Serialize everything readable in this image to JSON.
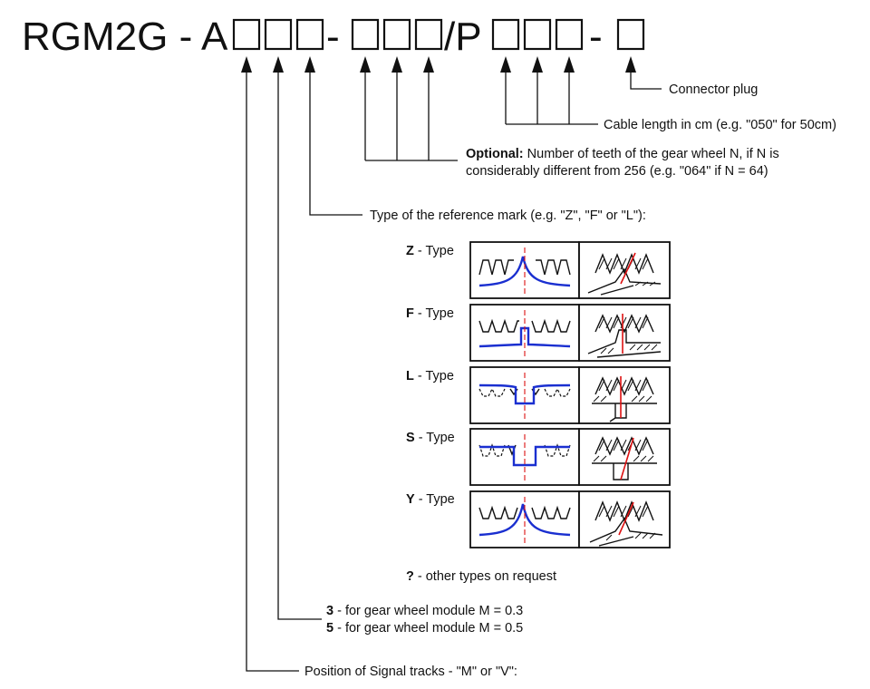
{
  "code": {
    "prefix": "RGM2G - A -",
    "sep1": "-",
    "sep2": "/P",
    "sep3": "-"
  },
  "annotations": {
    "connector": "Connector plug",
    "cable": "Cable length in cm (e.g. \"050\" for 50cm)",
    "optional_label": "Optional:",
    "optional_line1": " Number of teeth of the gear wheel N, if N is",
    "optional_line2": "considerably different from 256 (e.g. \"064\" if N = 64)",
    "refmark": "Type of the reference mark (e.g. \"Z\", \"F\" or \"L\"):",
    "other_q": "?",
    "other_text": " - other types on request",
    "module3_num": "3",
    "module3_text": " - for gear wheel module M = 0.3",
    "module5_num": "5",
    "module5_text": " - for gear wheel module M = 0.5",
    "position": "Position of Signal tracks - \"M\" or \"V\":"
  },
  "types": [
    {
      "letter": "Z",
      "suffix": " - Type"
    },
    {
      "letter": "F",
      "suffix": " - Type"
    },
    {
      "letter": "L",
      "suffix": " - Type"
    },
    {
      "letter": "S",
      "suffix": " - Type"
    },
    {
      "letter": "Y",
      "suffix": " - Type"
    }
  ],
  "colors": {
    "signal": "#1a2fd0",
    "reference": "#dd1111",
    "ink": "#111111"
  }
}
